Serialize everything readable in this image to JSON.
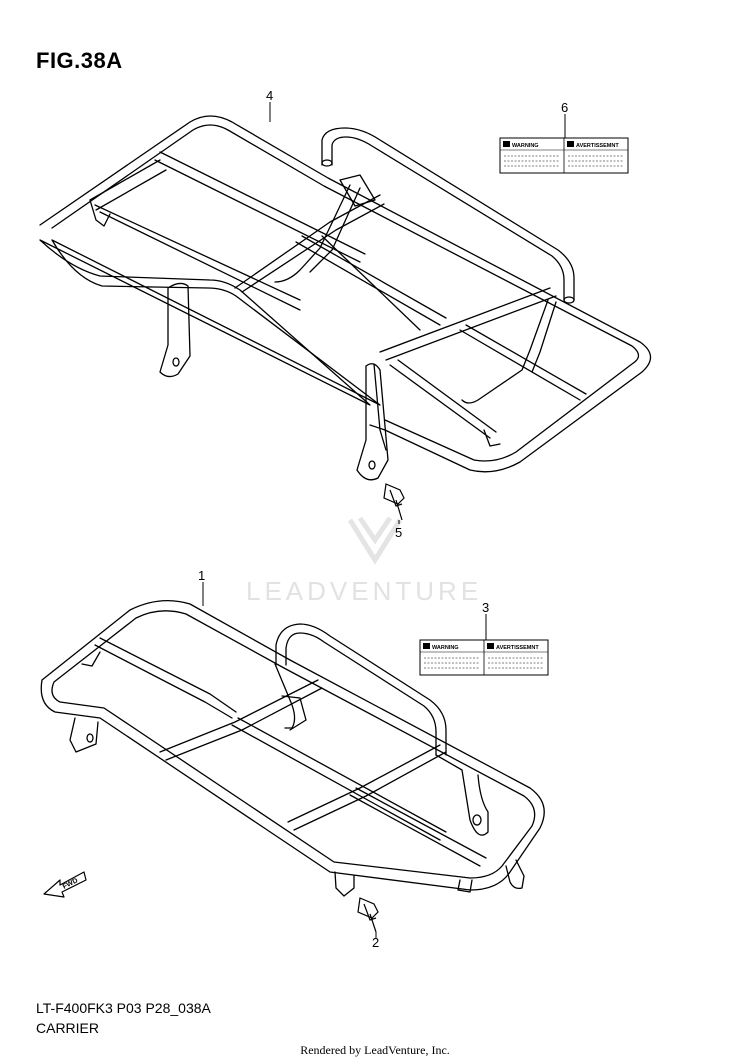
{
  "figure": {
    "title": "FIG.38A",
    "model_code": "LT-F400FK3 P03 P28_038A",
    "section": "CARRIER"
  },
  "callouts": {
    "part_1": "1",
    "part_2": "2",
    "part_3": "3",
    "part_4": "4",
    "part_5": "5",
    "part_6": "6"
  },
  "warning_labels": {
    "left_text": "WARNING",
    "right_text": "AVERTISSEMNT"
  },
  "fwd_arrow": {
    "text": "FWD"
  },
  "watermark": {
    "text": "LEADVENTURE"
  },
  "footer": {
    "text": "Rendered by LeadVenture, Inc."
  }
}
